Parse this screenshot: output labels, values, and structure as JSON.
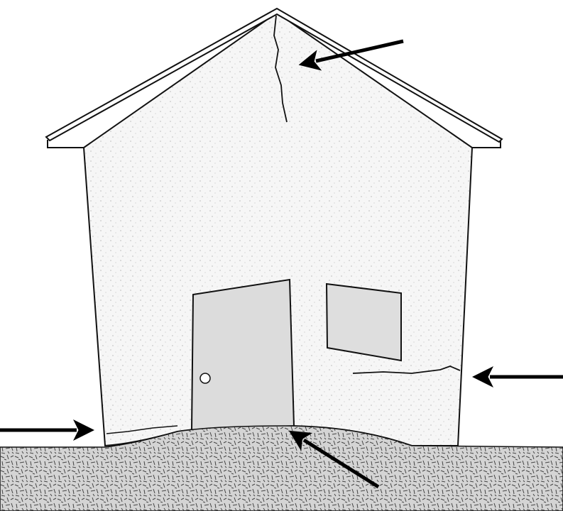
{
  "colors": {
    "line": "#111111",
    "wall_fill": "#f4f4f4",
    "door_fill": "#dcdcdc",
    "window_fill": "#dedede",
    "ground_fill": "#cfcfcf",
    "arrow": "#000000"
  },
  "elements": {
    "arrows": [
      "roof-crack-arrow",
      "wall-crack-arrow",
      "foundation-crack-arrow",
      "ground-heave-arrow"
    ]
  }
}
